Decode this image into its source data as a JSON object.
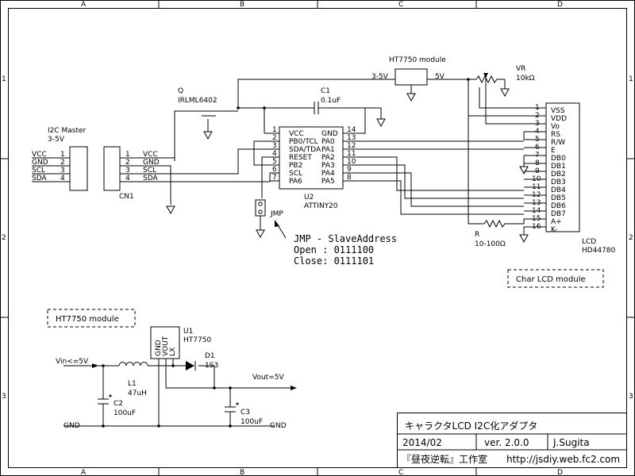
{
  "frame": {
    "cols": [
      "A",
      "B",
      "C",
      "D"
    ],
    "rows": [
      "1",
      "2",
      "3"
    ]
  },
  "labels": {
    "ht7750_top": "HT7750 module",
    "v35": "3-5V",
    "v5": "5V",
    "vr_ref": "VR",
    "vr_val": "10kΩ",
    "q_ref": "Q",
    "q_part": "IRLML6402",
    "c1_ref": "C1",
    "c1_val": "0.1uF",
    "i2c_master": "I2C Master",
    "i2c_v": "3-5V",
    "cn1": "CN1",
    "u2_ref": "U2",
    "u2_part": "ATTINY20",
    "jmp": "JMP",
    "r_ref": "R",
    "r_val": "10-100Ω",
    "lcd_ref": "LCD",
    "lcd_part": "HD44780",
    "char_lcd": "Char LCD module",
    "ht7750_box": "HT7750 module",
    "u1_ref": "U1",
    "u1_part": "HT7750",
    "d1_ref": "D1",
    "d1_part": "1S3",
    "l1_ref": "L1",
    "l1_val": "47uH",
    "c2_ref": "C2",
    "c2_val": "100uF",
    "c3_ref": "C3",
    "c3_val": "100uF",
    "vin": "Vin<=5V",
    "vout": "Vout=5V",
    "gnd_left": "GND",
    "gnd_right": "GND"
  },
  "note": {
    "line1": "JMP - SlaveAddress",
    "line2": "Open : 0111100",
    "line3": "Close: 0111101"
  },
  "connector_pins": {
    "names": [
      "VCC",
      "GND",
      "SCL",
      "SDA"
    ],
    "numbers": [
      "1",
      "2",
      "3",
      "4"
    ]
  },
  "u2": {
    "left_nums": [
      "1",
      "2",
      "3",
      "4",
      "5",
      "6",
      "7"
    ],
    "left_names": [
      "VCC",
      "PB0/TCL",
      "SDA/TDA",
      "RESET",
      "PB2",
      "SCL",
      "PA6"
    ],
    "right_nums": [
      "14",
      "13",
      "12",
      "11",
      "10",
      "9",
      "8"
    ],
    "right_names": [
      "GND",
      "PA0",
      "PA1",
      "PA2",
      "PA3",
      "PA4",
      "PA5"
    ]
  },
  "u1_pins": [
    "GND",
    "VOUT",
    "LX"
  ],
  "lcd_pins": {
    "numbers": [
      "1",
      "2",
      "3",
      "4",
      "5",
      "6",
      "7",
      "8",
      "9",
      "10",
      "11",
      "12",
      "13",
      "14",
      "15",
      "16"
    ],
    "names": [
      "VSS",
      "VDD",
      "Vo",
      "RS",
      "R/W",
      "E",
      "DB0",
      "DB1",
      "DB2",
      "DB3",
      "DB4",
      "DB5",
      "DB6",
      "DB7",
      "A+",
      "K-"
    ]
  },
  "title_block": {
    "title": "キャラクタLCD I2C化アダプタ",
    "date": "2014/02",
    "version": "ver. 2.0.0",
    "author": "J.Sugita",
    "studio": "『昼夜逆転』工作室",
    "url": "http://jsdiy.web.fc2.com"
  }
}
